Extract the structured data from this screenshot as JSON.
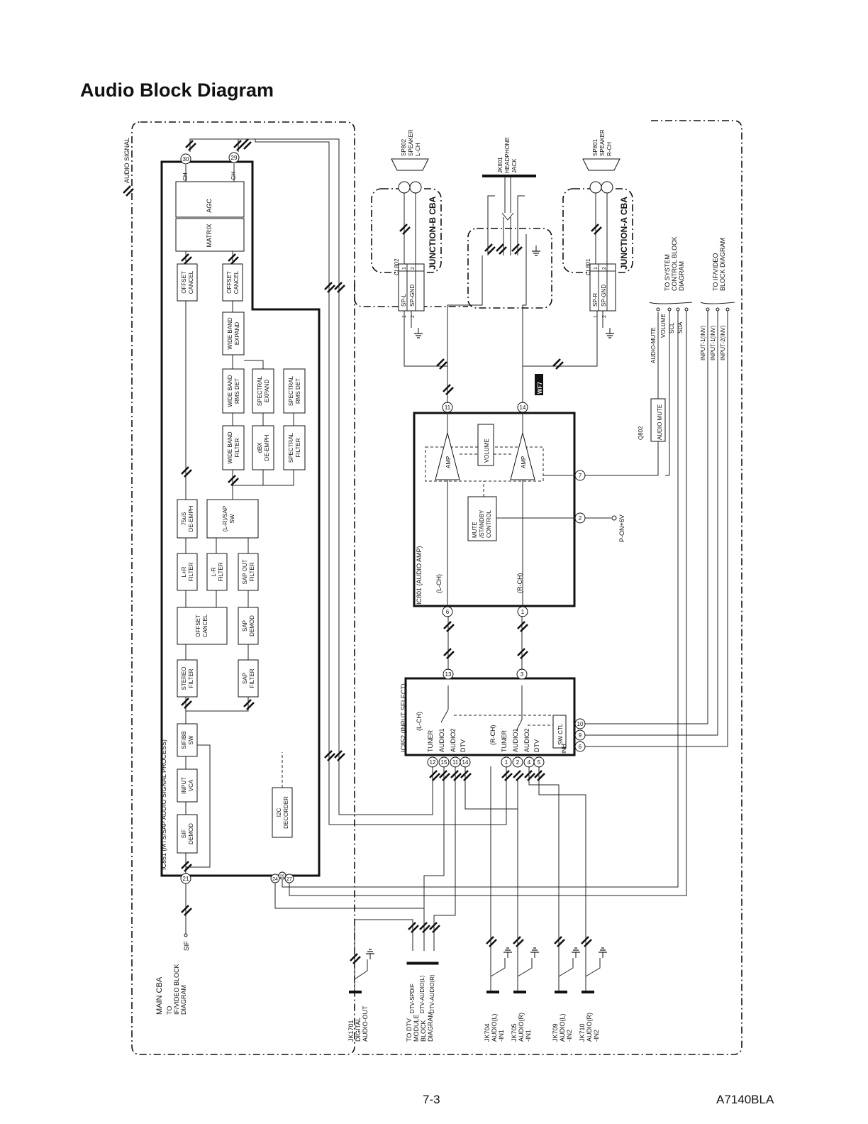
{
  "page": {
    "title": "Audio Block Diagram",
    "page_number": "7-3",
    "doc_code": "A7140BLA"
  },
  "legend": {
    "audio_signal": "AUDIO SIGNAL"
  },
  "main_cba": {
    "label": "MAIN CBA",
    "to_if_video": [
      "TO",
      "IF/VIDEO BLOCK",
      "DIAGRAM"
    ],
    "sif_label": "SIF"
  },
  "ic851": {
    "label": "IC851  (MTS/SAP AUDIO SIGNAL PROCESS)",
    "pins": {
      "l_ch": "30",
      "r_ch": "29",
      "sif": "21",
      "p24": "24",
      "p25": "25",
      "p27": "27"
    },
    "pin_labels": {
      "l_ch": "L-CH",
      "r_ch": "R-CH"
    },
    "blocks": [
      {
        "id": "agc",
        "lines": [
          "AGC"
        ]
      },
      {
        "id": "matrix",
        "lines": [
          "MATRIX"
        ]
      },
      {
        "id": "offset1",
        "lines": [
          "OFFSET",
          "CANCEL"
        ]
      },
      {
        "id": "offset2",
        "lines": [
          "OFFSET",
          "CANCEL"
        ]
      },
      {
        "id": "wb_expand",
        "lines": [
          "WIDE BAND",
          "EXPAND"
        ]
      },
      {
        "id": "wb_rms",
        "lines": [
          "WIDE BAND",
          "RMS DET"
        ]
      },
      {
        "id": "spec_expand",
        "lines": [
          "SPECTRAL",
          "EXPAND"
        ]
      },
      {
        "id": "spec_rms",
        "lines": [
          "SPECTRAL",
          "RMS DET"
        ]
      },
      {
        "id": "wb_filter",
        "lines": [
          "WIDE BAND",
          "FILTER"
        ]
      },
      {
        "id": "dbx",
        "lines": [
          "dBX",
          "DE-EMPH"
        ]
      },
      {
        "id": "spec_filter",
        "lines": [
          "SPECTRAL",
          "FILTER"
        ]
      },
      {
        "id": "de_emph",
        "lines": [
          "75uS",
          "DE-EMPH"
        ]
      },
      {
        "id": "lr_sap_sw",
        "lines": [
          "(L-R)/SAP",
          "SW"
        ]
      },
      {
        "id": "lpr_filter",
        "lines": [
          "L+R",
          "FILTER"
        ]
      },
      {
        "id": "lmr_filter",
        "lines": [
          "L-R",
          "FILTER"
        ]
      },
      {
        "id": "sap_out",
        "lines": [
          "SAP OUT",
          "FILTER"
        ]
      },
      {
        "id": "offset3",
        "lines": [
          "OFFSET",
          "CANCEL"
        ]
      },
      {
        "id": "sap_demod",
        "lines": [
          "SAP",
          "DEMOD"
        ]
      },
      {
        "id": "stereo_filter",
        "lines": [
          "STEREO",
          "FILTER"
        ]
      },
      {
        "id": "sap_filter",
        "lines": [
          "SAP",
          "FILTER"
        ]
      },
      {
        "id": "sif_bb",
        "lines": [
          "SIF/BB",
          "SW"
        ]
      },
      {
        "id": "input_vca",
        "lines": [
          "INPUT",
          "VCA"
        ]
      },
      {
        "id": "sif_demod",
        "lines": [
          "SIF",
          "DEMOD"
        ]
      },
      {
        "id": "i2c",
        "lines": [
          "I2C",
          "DECORDER"
        ]
      }
    ]
  },
  "ic852": {
    "label": "IC852  (INPUT SELECT)",
    "l_group": {
      "title": "(L-CH)",
      "inputs": [
        "TUNER",
        "AUDIO1",
        "AUDIO2",
        "DTV"
      ]
    },
    "r_group": {
      "title": "(R-CH)",
      "inputs": [
        "TUNER",
        "AUDIO1",
        "AUDIO2",
        "DTV"
      ]
    },
    "sw_ctl": "SW CTL",
    "inh": "INH",
    "pins": {
      "out_l": "13",
      "out_r": "3",
      "p12": "12",
      "p15": "15",
      "p11": "11",
      "p14": "14",
      "p1": "1",
      "p2": "2",
      "p4": "4",
      "p5": "5",
      "p10": "10",
      "p9": "9",
      "p6": "6"
    }
  },
  "ic801": {
    "label": "IC801  (AUDIO AMP)",
    "l_ch": "(L-CH)",
    "r_ch": "(R-CH)",
    "amp": "AMP",
    "volume": "VOLUME",
    "mute_ctl": [
      "MUTE",
      "/STANDBY",
      "CONTROL"
    ],
    "pins": {
      "in_l": "6",
      "in_r": "1",
      "out_l": "11",
      "out_r": "14",
      "p7": "7",
      "p2": "2"
    }
  },
  "q802": {
    "ref": "Q802",
    "label": "AUDIO MUTE"
  },
  "pon": "P-ON+6V",
  "wf_tag": "WF7",
  "junction_b": {
    "label": "JUNCTION-B CBA",
    "connector": "CL802",
    "pins": [
      {
        "num": "1",
        "name": "SP-L"
      },
      {
        "num": "2",
        "name": "SP-GND"
      }
    ]
  },
  "junction_a": {
    "label": "JUNCTION-A CBA",
    "connector": "CL801",
    "pins": [
      {
        "num": "1",
        "name": "SP-R"
      },
      {
        "num": "2",
        "name": "SP-GND"
      }
    ]
  },
  "sp802": [
    "SP802",
    "SPEAKER",
    "L-CH"
  ],
  "sp801": [
    "SP801",
    "SPEAKER",
    "R-CH"
  ],
  "jk801": [
    "JK801",
    "HEADPHONE",
    "JACK"
  ],
  "system_control": {
    "signals": [
      "AUDIO-MUTE",
      "VOLUME",
      "SCL",
      "SDA"
    ],
    "dest": [
      "TO SYSTEM",
      "CONTROL BLOCK",
      "DIAGRAM"
    ]
  },
  "if_video": {
    "signals": [
      "INPUT-1(INV)",
      "INPUT-1(INV)",
      "INPUT-2(INV)"
    ],
    "dest": [
      "TO IF/VIDEO",
      "BLOCK DIAGRAM"
    ]
  },
  "dtv": {
    "signals": [
      "DTV-SPDIF",
      "DTV-AUDIO(L)",
      "DTV-AUDIO(R)"
    ],
    "dest": [
      "TO DTV",
      "MODULE",
      "BLOCK",
      "DIAGRAM"
    ]
  },
  "jacks": [
    {
      "id": "jk1701",
      "lines": [
        "JK1701",
        "DIGITAL",
        "AUDIO-OUT"
      ]
    },
    {
      "id": "jk704",
      "lines": [
        "JK704",
        "AUDIO(L)",
        "-IN1"
      ]
    },
    {
      "id": "jk705",
      "lines": [
        "JK705",
        "AUDIO(R)",
        "-IN1"
      ]
    },
    {
      "id": "jk709",
      "lines": [
        "JK709",
        "AUDIO(L)",
        "-IN2"
      ]
    },
    {
      "id": "jk710",
      "lines": [
        "JK710",
        "AUDIO(R)",
        "-IN2"
      ]
    }
  ]
}
